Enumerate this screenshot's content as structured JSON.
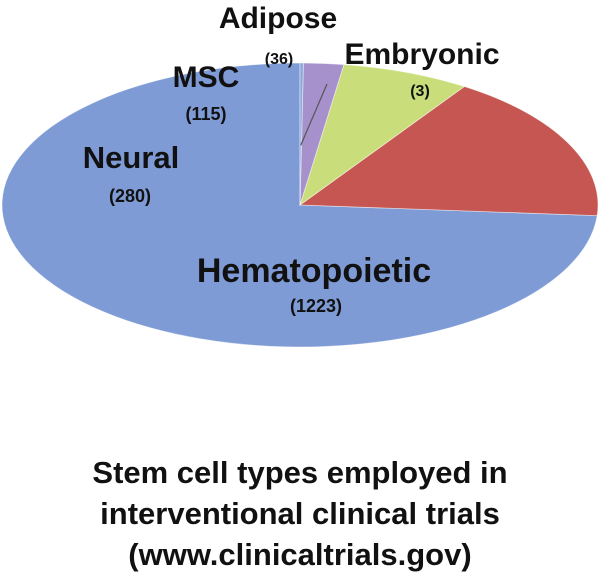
{
  "chart_data": {
    "type": "pie",
    "style": "3d",
    "categories": [
      "Hematopoietic",
      "Neural",
      "MSC",
      "Adipose",
      "Embryonic"
    ],
    "values": [
      1223,
      280,
      115,
      36,
      3
    ],
    "value_labels": [
      "(1223)",
      "(280)",
      "(115)",
      "(36)",
      "(3)"
    ],
    "colors": [
      "#7E9BD6",
      "#C55651",
      "#C9DE7A",
      "#A691CC",
      "#8AAADD"
    ],
    "title": "",
    "caption": {
      "line1": "Stem cell types employed in",
      "line2": "interventional clinical trials",
      "line3": "(www.clinicaltrials.gov)"
    }
  }
}
